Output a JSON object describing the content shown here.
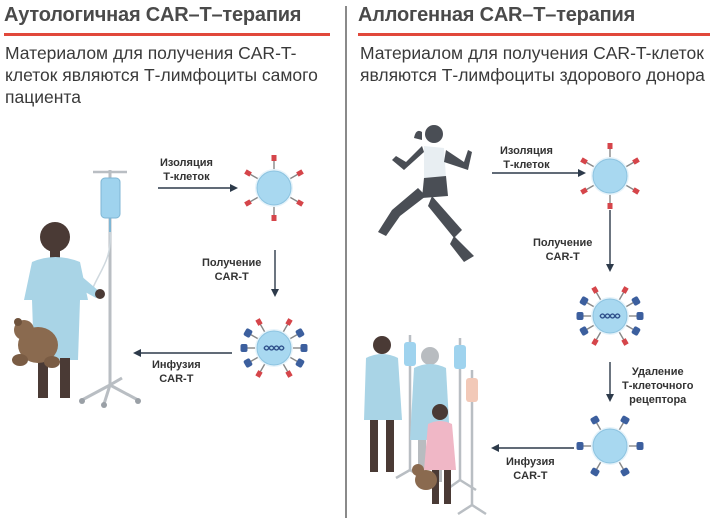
{
  "colors": {
    "accent": "#e1483b",
    "cell": "#a8d8f0",
    "receptor_red": "#d5454a",
    "car_blue": "#3c5f9e"
  },
  "left": {
    "title": "Аутологичная CAR–T–терапия",
    "description": "Материалом для получения CAR-T-клеток являются Т-лимфоциты самого пациента",
    "steps": {
      "isolation": [
        "Изоляция",
        "Т-клеток"
      ],
      "production": [
        "Получение",
        "CAR-T"
      ],
      "infusion": [
        "Инфузия",
        "CAR-T"
      ]
    }
  },
  "right": {
    "title": "Аллогенная CAR–T–терапия",
    "description": "Материалом для получения CAR-T-клеток являются Т-лимфоциты здорового донора",
    "steps": {
      "isolation": [
        "Изоляция",
        "Т-клеток"
      ],
      "production": [
        "Получение",
        "CAR-T"
      ],
      "removal": [
        "Удаление",
        "Т-клеточного",
        "рецептора"
      ],
      "infusion": [
        "Инфузия",
        "CAR-T"
      ]
    }
  },
  "icons": [
    "iv-stand-icon",
    "child-patient-icon",
    "teddy-bear-icon",
    "runner-icon",
    "patients-group-icon",
    "t-cell-icon",
    "car-t-cell-icon"
  ]
}
